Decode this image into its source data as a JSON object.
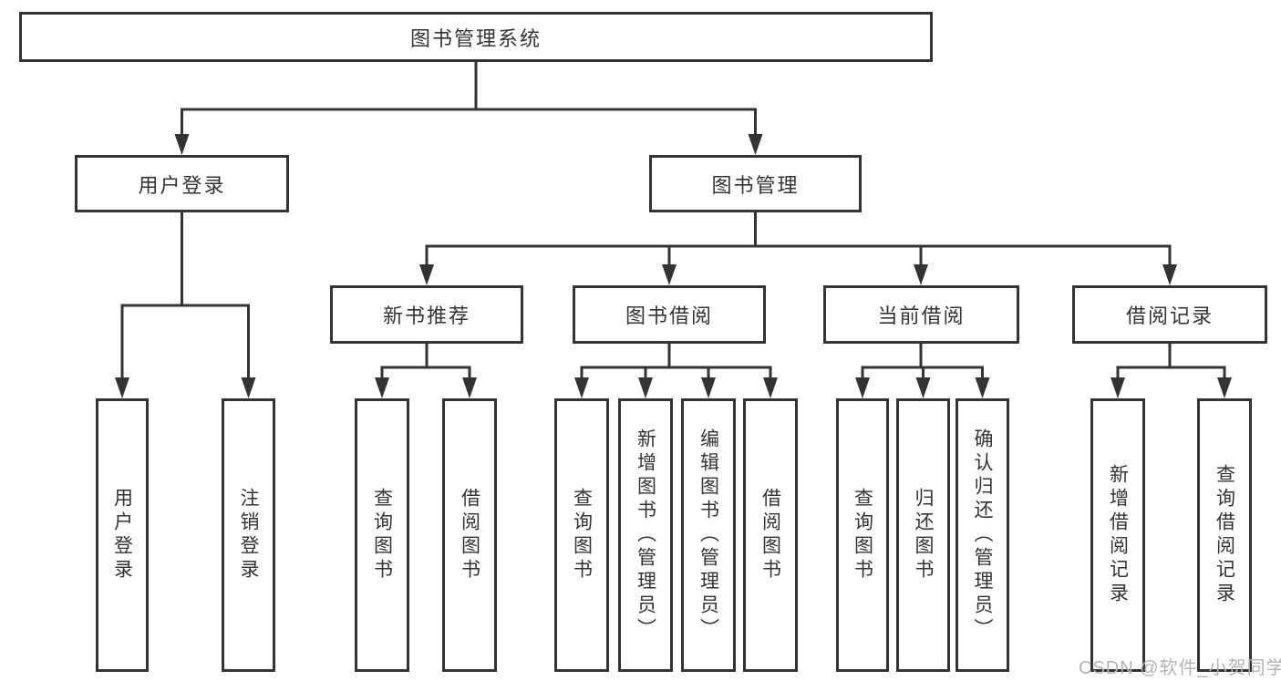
{
  "tree": {
    "root": {
      "label": "图书管理系统"
    },
    "branches": [
      {
        "label": "用户登录",
        "children": [
          {
            "label": "用户登录"
          },
          {
            "label": "注销登录"
          }
        ]
      },
      {
        "label": "图书管理",
        "children": [
          {
            "label": "新书推荐",
            "children": [
              {
                "label": "查询图书"
              },
              {
                "label": "借阅图书"
              }
            ]
          },
          {
            "label": "图书借阅",
            "children": [
              {
                "label": "查询图书"
              },
              {
                "label": "新增图书（管理员）"
              },
              {
                "label": "编辑图书（管理员）"
              },
              {
                "label": "借阅图书"
              }
            ]
          },
          {
            "label": "当前借阅",
            "children": [
              {
                "label": "查询图书"
              },
              {
                "label": "归还图书"
              },
              {
                "label": "确认归还（管理员）"
              }
            ]
          },
          {
            "label": "借阅记录",
            "children": [
              {
                "label": "新增借阅记录"
              },
              {
                "label": "查询借阅记录"
              }
            ]
          }
        ]
      }
    ]
  },
  "watermark": {
    "text": "CSDN @软件_小贺同学"
  },
  "colors": {
    "line": "#333333",
    "text": "#333333",
    "watermark": "#b3b3b3",
    "background": "#ffffff"
  }
}
